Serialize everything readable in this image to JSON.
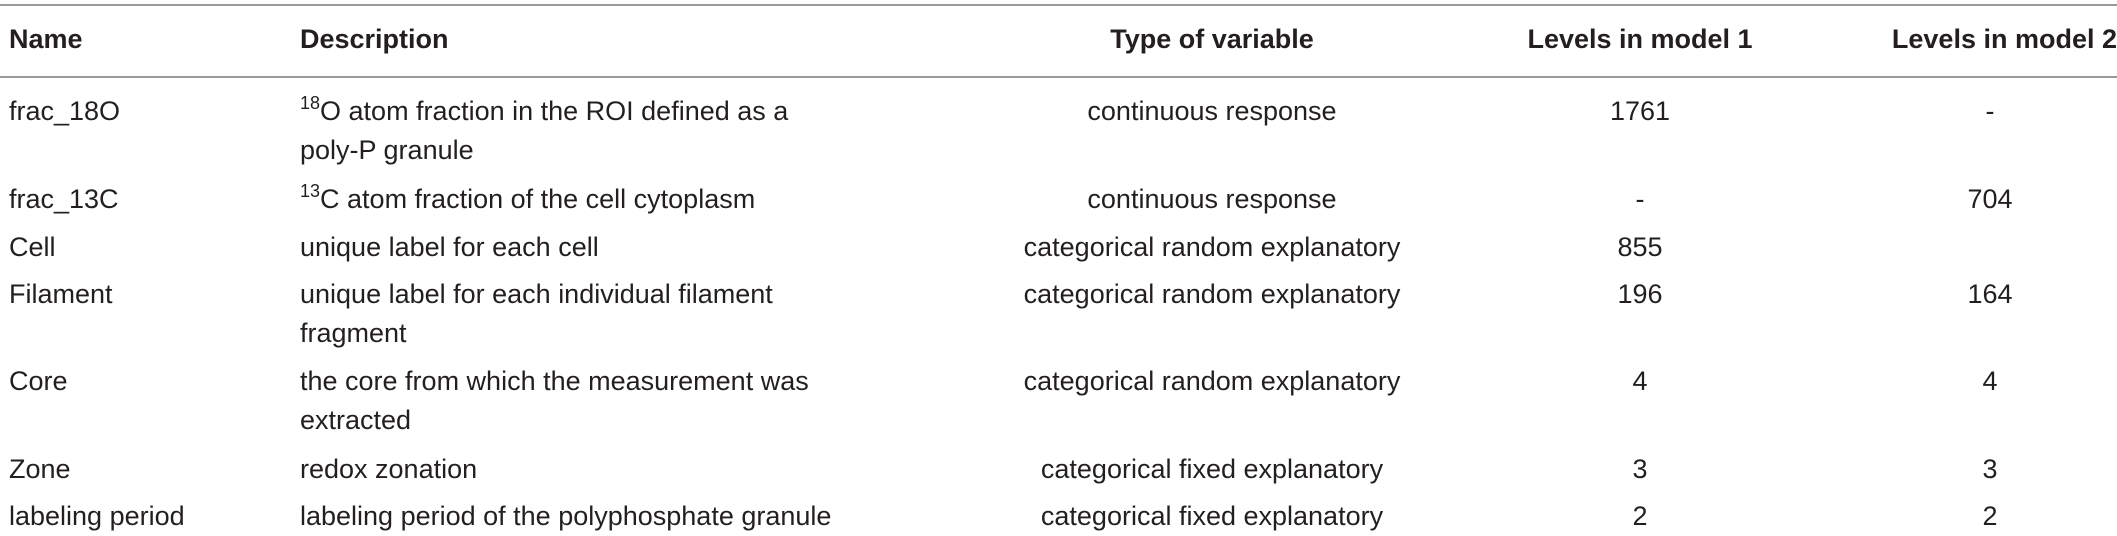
{
  "table": {
    "headers": [
      "Name",
      "Description",
      "Type of variable",
      "Levels in model 1",
      "Levels in model 2"
    ],
    "rows": [
      {
        "name": "frac_18O",
        "description": {
          "sup": "18",
          "lines": [
            "O atom fraction in the ROI defined as a",
            "poly-P granule"
          ]
        },
        "type": "continuous response",
        "model1": "1761",
        "model2": "-"
      },
      {
        "name": "frac_13C",
        "description": {
          "sup": "13",
          "lines": [
            "C atom fraction of the cell cytoplasm"
          ]
        },
        "type": "continuous response",
        "model1": "-",
        "model2": "704"
      },
      {
        "name": "Cell",
        "description": {
          "sup": "",
          "lines": [
            "unique label for each cell"
          ]
        },
        "type": "categorical random explanatory",
        "model1": "855",
        "model2": ""
      },
      {
        "name": "Filament",
        "description": {
          "sup": "",
          "lines": [
            "unique label for each individual filament",
            "fragment"
          ]
        },
        "type": "categorical random explanatory",
        "model1": "196",
        "model2": "164"
      },
      {
        "name": "Core",
        "description": {
          "sup": "",
          "lines": [
            "the core from which the measurement was",
            "extracted"
          ]
        },
        "type": "categorical random explanatory",
        "model1": "4",
        "model2": "4"
      },
      {
        "name": "Zone",
        "description": {
          "sup": "",
          "lines": [
            "redox zonation"
          ]
        },
        "type": "categorical fixed explanatory",
        "model1": "3",
        "model2": "3"
      },
      {
        "name": "labeling period",
        "description": {
          "sup": "",
          "lines": [
            "labeling period of the polyphosphate granule"
          ]
        },
        "type": "categorical fixed explanatory",
        "model1": "2",
        "model2": "2"
      }
    ]
  }
}
